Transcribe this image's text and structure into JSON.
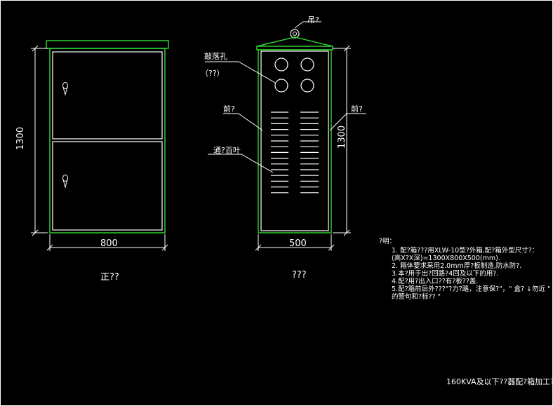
{
  "drawing": {
    "front_view": {
      "caption": "正??",
      "width_dim": "800",
      "height_dim": "1300"
    },
    "side_view": {
      "caption": "???",
      "width_dim": "500",
      "height_dim": "1300",
      "labels": {
        "lift_ring": "吊?",
        "knockout_holes": "敲落孔",
        "knockout_sub": "（??）",
        "front_left": "前?",
        "front_right": "前?",
        "louver": "通?百叶"
      }
    },
    "notes": {
      "title": "?明：",
      "lines": [
        "1.  配?箱???用XLW-10型?外箱,配?箱外型尺寸?：",
        "     (高X?X深)=1300X800X500(mm).",
        "2.  箱体要求采用2.0mm厚?板制造,防水防?.",
        "3.本?用于出?回路?4回及以下的用?.",
        "4.配?用?出入口??有?板??盖.",
        "5.配?箱前后外???\"?力?路，注意保?\"，\" 盒? ↓勿近 \"",
        "   的警句和?标?? \""
      ]
    },
    "title_block": "160KVA及以下??器配?箱加工?"
  }
}
